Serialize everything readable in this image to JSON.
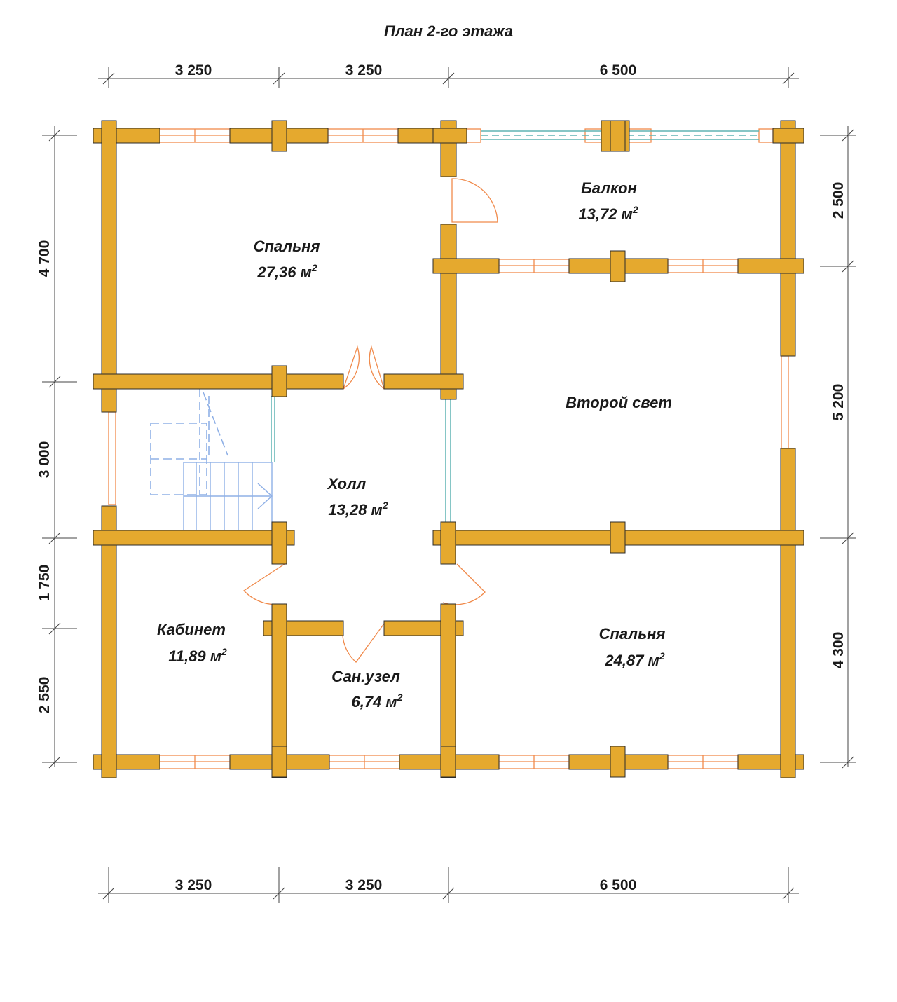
{
  "title": "План 2-го этажа",
  "rooms": [
    {
      "id": "bedroom-1",
      "name": "Спальня",
      "area": "27,36 м",
      "sup": "2"
    },
    {
      "id": "balcony",
      "name": "Балкон",
      "area": "13,72 м",
      "sup": "2"
    },
    {
      "id": "second-light",
      "name": "Второй свет",
      "area": "",
      "sup": ""
    },
    {
      "id": "hall",
      "name": "Холл",
      "area": "13,28 м",
      "sup": "2"
    },
    {
      "id": "office",
      "name": "Кабинет",
      "area": "11,89 м",
      "sup": "2"
    },
    {
      "id": "bathroom",
      "name": "Сан.узел",
      "area": "6,74 м",
      "sup": "2"
    },
    {
      "id": "bedroom-2",
      "name": "Спальня",
      "area": "24,87 м",
      "sup": "2"
    }
  ],
  "dimensions": {
    "top": [
      "3 250",
      "3 250",
      "6 500"
    ],
    "bottom": [
      "3 250",
      "3 250",
      "6 500"
    ],
    "left": [
      "4 700",
      "3 000",
      "1 750",
      "2 550"
    ],
    "right": [
      "2 500",
      "5 200",
      "4 300"
    ]
  },
  "colors": {
    "wall": "#e5a92e",
    "window": "#f08a4b",
    "glass": "#5fb4b4",
    "stair": "#8fb0e6"
  }
}
